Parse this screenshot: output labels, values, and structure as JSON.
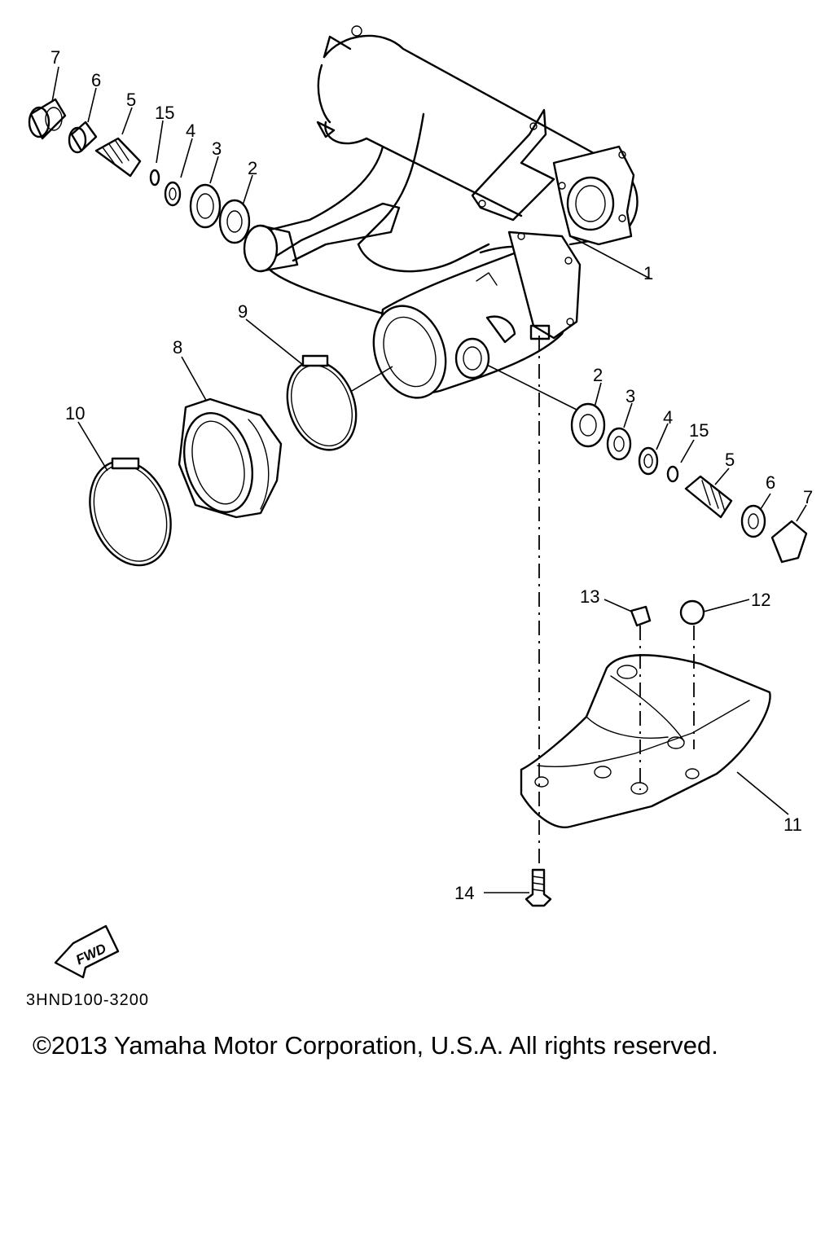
{
  "diagram": {
    "callouts": [
      "7",
      "6",
      "5",
      "15",
      "4",
      "3",
      "2",
      "1",
      "9",
      "8",
      "10",
      "2",
      "3",
      "4",
      "15",
      "5",
      "6",
      "7",
      "13",
      "12",
      "11",
      "14"
    ],
    "fwd_label": "FWD",
    "drawing_code": "3HND100-3200"
  },
  "footer": {
    "copyright": "©2013 Yamaha Motor Corporation, U.S.A. All rights reserved."
  }
}
